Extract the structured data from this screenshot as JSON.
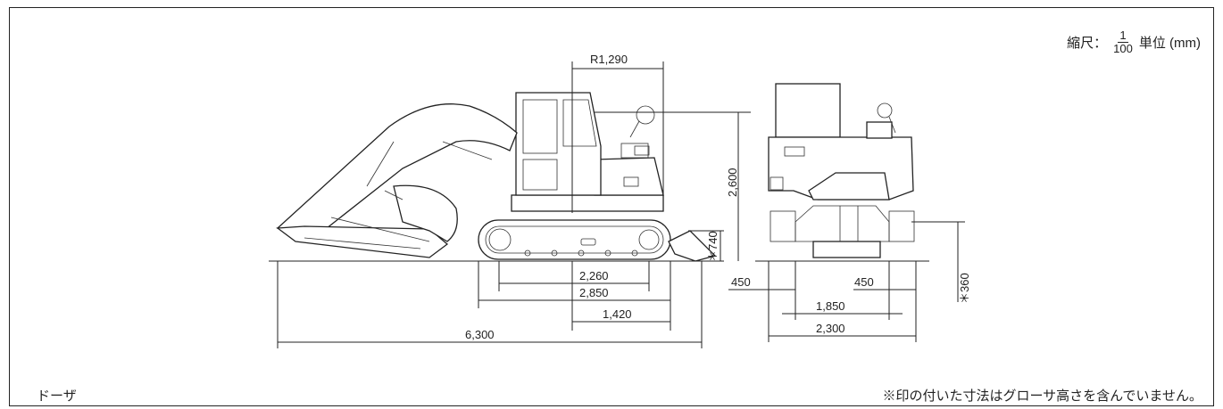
{
  "scale": {
    "label": "縮尺：",
    "numerator": "1",
    "denominator": "100",
    "unit": "単位 (mm)"
  },
  "dimensions": {
    "radius": "R1,290",
    "height": "2,600",
    "dozer_height": "＊740",
    "d2260": "2,260",
    "d2850": "2,850",
    "d1420": "1,420",
    "d6300": "6,300",
    "w450a": "450",
    "w450b": "450",
    "ground_clear": "＊360",
    "w1850": "1,850",
    "w2300": "2,300"
  },
  "caption_left": "ドーザ",
  "caption_right": "※印の付いた寸法はグローサ高さを含んでいません。"
}
